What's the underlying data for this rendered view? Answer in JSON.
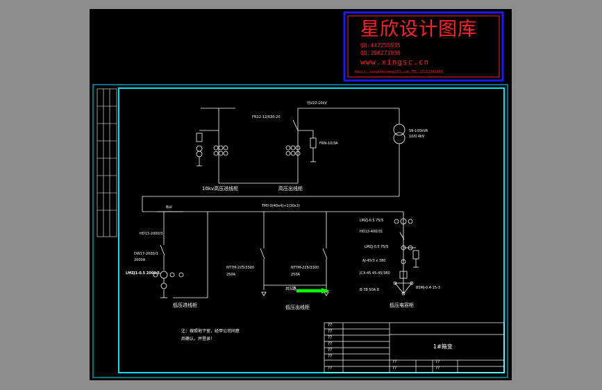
{
  "watermark": {
    "title": "星欣设计图库",
    "qq1": "QQ:447255935",
    "qq2": "QQ:396271936",
    "website": "www.xingsc.cn",
    "contact": "Email: xingxincome@163.com  TEL:13111342800"
  },
  "cabinets": {
    "hv_incoming": "10kv高压进线柜",
    "hv_outgoing": "高压出线柜",
    "lv_incoming": "低压进线柜",
    "lv_outgoing": "低压出线柜",
    "lv_capacitor": "低压电容柜"
  },
  "hv_side": {
    "cable_top": "YJV22-10kV",
    "switch": "FN12-12/630-20",
    "fuse": "FRN-10/3A",
    "transformer": "S9-100kVA 10/0.4kV"
  },
  "lv_side": {
    "bus": "TMY-3(40x4)+1(30x3)",
    "lv_top": "BLV",
    "breaker1": "HD13-2000/3",
    "breaker2": "DW17-2000/3",
    "breaker2b": "2000A",
    "ct": "LMZJ1-0.5 2000/5",
    "out1": "NT7M-225/3300",
    "out1b": "250A",
    "out2": "NT7M-225/3300",
    "out2b": "250A",
    "green_mark": "共5路",
    "cap1": "LMZJ-0.5 75/5",
    "cap2": "HD13-400/31",
    "cap3": "LMZJ-0.5 75/5",
    "cap4": "AJ-45/3 x 380",
    "cap5": "JCX-45 45-45/380",
    "cap6": "B-7B 50A 8",
    "cap7": "BSMJ-0.4-15-3"
  },
  "note": {
    "line1": "注：按照地下室，经甲公司同意",
    "line2": "后确认，并登录！"
  },
  "title_block": {
    "drawing_name": "1#箱变",
    "q": "??"
  }
}
